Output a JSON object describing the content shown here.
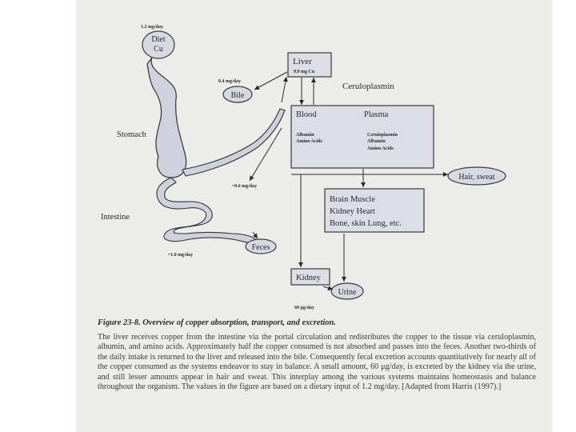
{
  "figure": {
    "diet": {
      "amount": "1.2 mg/day",
      "line1": "Diet",
      "line2": "Cu"
    },
    "liver": {
      "title": "Liver",
      "sub": "9.9 mg Cu"
    },
    "bile": {
      "amount": "0.4 mg/day",
      "label": "Bile"
    },
    "ceruloplasmin": "Ceruloplasmin",
    "blood_plasma": {
      "blood": "Blood",
      "plasma": "Plasma",
      "blood_items": [
        "Albumin",
        "Amino Acids"
      ],
      "plasma_items": [
        "Ceruloplasmin",
        "Albumin",
        "Amino Acids"
      ]
    },
    "stomach": "Stomach",
    "portal_amount": "~0.6 mg/day",
    "hair_sweat": "Hair, sweat",
    "tissues": [
      "Brain  Muscle",
      "Kidney Heart",
      "Bone, skin  Lung, etc."
    ],
    "intestine": "Intestine",
    "feces": {
      "label": "Feces",
      "amount": "~1.0 mg/day"
    },
    "kidney": "Kidney",
    "urine": {
      "label": "Urine",
      "amount": "60 μg/day"
    }
  },
  "caption": "Figure 23-8.  Overview of copper absorption, transport, and excretion.",
  "body": "The liver receives copper from the intestine via the portal circulation and redistributes the copper to the tissue via ceruloplasmin, albumin, and amino acids. Approximately half the copper consumed is not absorbed and passes into the feces. Another two-thirds of the daily intake is returned to the liver and released into the bile. Consequently fecal excretion accounts quantitatively for nearly all of the copper consumed as the systems endeavor to stay in balance. A small amount, 60 μg/day, is excreted by the kidney via the urine, and still lesser amounts appear in hair and sweat. This interplay among the various systems maintains homeostasis and balance throughout the organism. The values in the figure are based on a dietary input of 1.2 mg/day. [Adapted from Harris (1997).]"
}
